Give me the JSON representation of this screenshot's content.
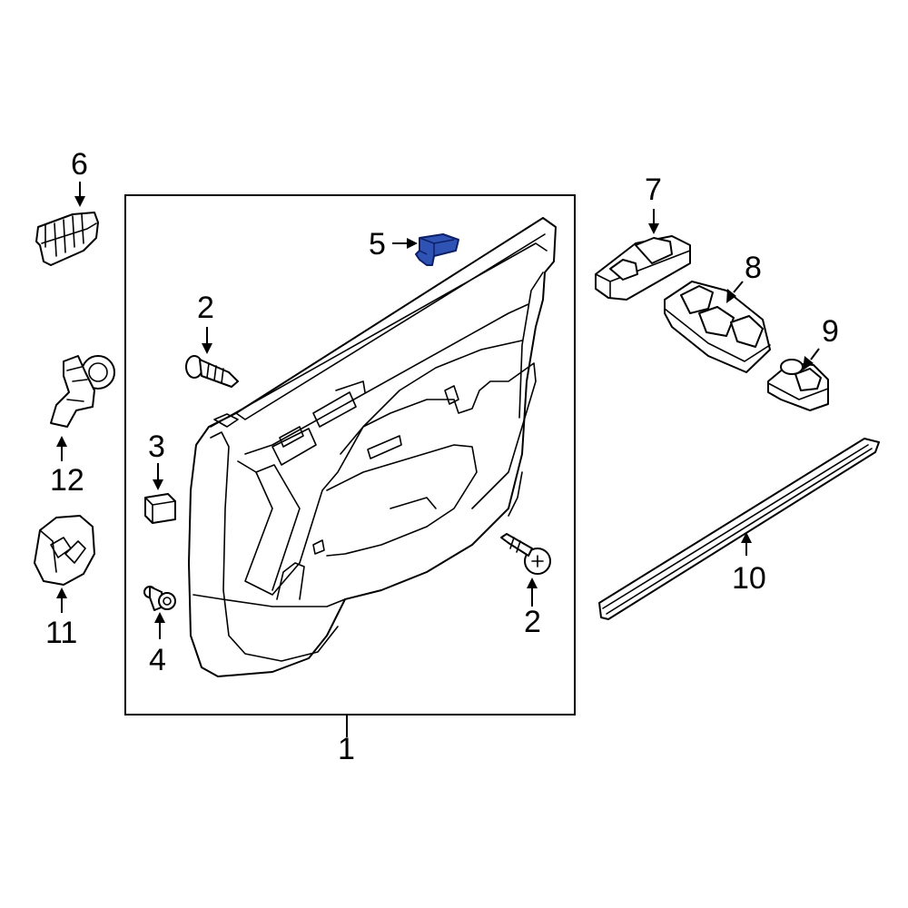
{
  "diagram": {
    "highlight_color": "#2f52b5",
    "highlighted_part": "5",
    "callouts": {
      "c1": "1",
      "c2a": "2",
      "c2b": "2",
      "c3": "3",
      "c4": "4",
      "c5": "5",
      "c6": "6",
      "c7": "7",
      "c8": "8",
      "c9": "9",
      "c10": "10",
      "c11": "11",
      "c12": "12"
    }
  }
}
